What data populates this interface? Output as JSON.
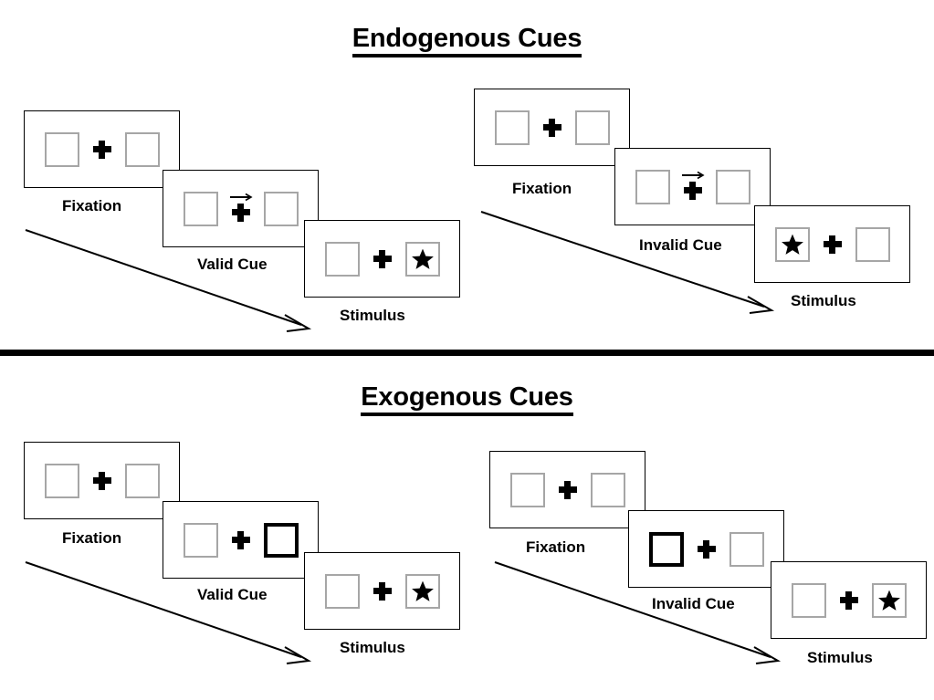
{
  "figure": {
    "title_endogenous": "Endogenous Cues",
    "title_exogenous": "Exogenous Cues"
  },
  "labels": {
    "fixation": "Fixation",
    "valid_cue": "Valid Cue",
    "invalid_cue": "Invalid Cue",
    "stimulus": "Stimulus"
  },
  "icons": {
    "fixation_cross": "plus-cross-icon",
    "arrow_cue": "right-arrow-cue-icon",
    "star_target": "star-icon",
    "time_arrow": "diagonal-time-arrow-icon"
  },
  "colors": {
    "box_border": "#a6a6a6",
    "cued_box_border": "#000000",
    "frame_border": "#000000",
    "ink": "#000000",
    "background": "#ffffff"
  },
  "sections": [
    {
      "id": "endogenous",
      "title": "Endogenous Cues",
      "cue_type": "central arrow",
      "sequences": [
        {
          "id": "endogenous-valid",
          "validity": "valid",
          "steps": [
            {
              "name": "fixation",
              "label": "Fixation",
              "left_box": "empty",
              "right_box": "empty",
              "center": "cross",
              "arrow_cue": "none"
            },
            {
              "name": "cue",
              "label": "Valid Cue",
              "left_box": "empty",
              "right_box": "empty",
              "center": "cross",
              "arrow_cue": "right"
            },
            {
              "name": "stimulus",
              "label": "Stimulus",
              "left_box": "empty",
              "right_box": "star",
              "center": "cross",
              "arrow_cue": "none"
            }
          ]
        },
        {
          "id": "endogenous-invalid",
          "validity": "invalid",
          "steps": [
            {
              "name": "fixation",
              "label": "Fixation",
              "left_box": "empty",
              "right_box": "empty",
              "center": "cross",
              "arrow_cue": "none"
            },
            {
              "name": "cue",
              "label": "Invalid Cue",
              "left_box": "empty",
              "right_box": "empty",
              "center": "cross",
              "arrow_cue": "right"
            },
            {
              "name": "stimulus",
              "label": "Stimulus",
              "left_box": "star",
              "right_box": "empty",
              "center": "cross",
              "arrow_cue": "none"
            }
          ]
        }
      ]
    },
    {
      "id": "exogenous",
      "title": "Exogenous Cues",
      "cue_type": "peripheral box flash",
      "sequences": [
        {
          "id": "exogenous-valid",
          "validity": "valid",
          "steps": [
            {
              "name": "fixation",
              "label": "Fixation",
              "left_box": "empty",
              "right_box": "empty",
              "center": "cross",
              "arrow_cue": "none"
            },
            {
              "name": "cue",
              "label": "Valid Cue",
              "left_box": "empty",
              "right_box": "cued",
              "center": "cross",
              "arrow_cue": "none"
            },
            {
              "name": "stimulus",
              "label": "Stimulus",
              "left_box": "empty",
              "right_box": "star",
              "center": "cross",
              "arrow_cue": "none"
            }
          ]
        },
        {
          "id": "exogenous-invalid",
          "validity": "invalid",
          "steps": [
            {
              "name": "fixation",
              "label": "Fixation",
              "left_box": "empty",
              "right_box": "empty",
              "center": "cross",
              "arrow_cue": "none"
            },
            {
              "name": "cue",
              "label": "Invalid Cue",
              "left_box": "cued",
              "right_box": "empty",
              "center": "cross",
              "arrow_cue": "none"
            },
            {
              "name": "stimulus",
              "label": "Stimulus",
              "left_box": "empty",
              "right_box": "star",
              "center": "cross",
              "arrow_cue": "none"
            }
          ]
        }
      ]
    }
  ]
}
